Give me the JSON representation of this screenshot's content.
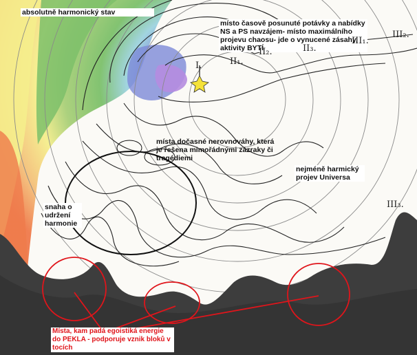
{
  "labels": {
    "absolute_state": "absolutně harmonický stav",
    "time_shift": "místo časově posunuté potávky a nabídky NS a PS navzájem- místo maximálního projevu chaosu- jde o vynucené zásahy, aktivity BYTÍ",
    "temporary_imbalance": "místa dočasné nerovnováhy, která je řešena mimořádnými zázraky či tragédiemi",
    "least_harmonic": "nejméně harmický projev Universa",
    "keep_harmony": "snaha o udržení harmonie",
    "hell_places": "Místa, kam padá egoistiká energie do PEKLA - podporuje vznik bloků v tocích"
  },
  "roman_marks": [
    "I.",
    "II₁.",
    "II₂.",
    "II₃.",
    "III₁.",
    "III₂.",
    "III₃."
  ],
  "colors": {
    "yellow": "#f5ee8c",
    "green": "#7cc06a",
    "blue": "#7d8ad8",
    "violet": "#b58ce0",
    "orange": "#ef7a4b",
    "dark_ground": "#3a3a3a",
    "red_marks": "#e0151b",
    "star": "#f5e23a"
  }
}
